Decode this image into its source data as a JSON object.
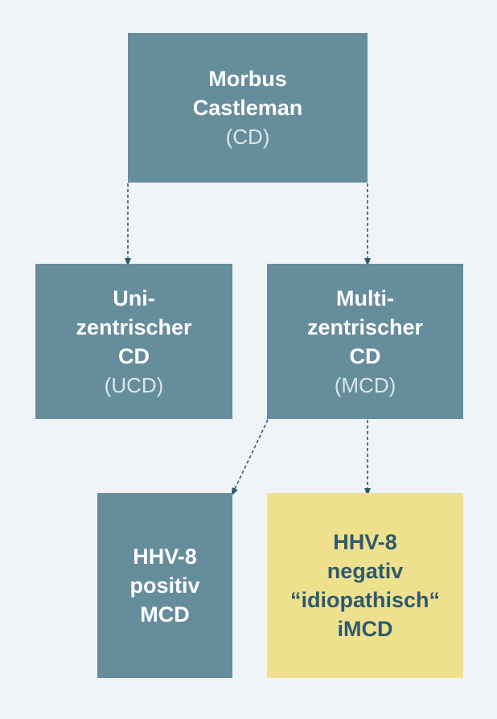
{
  "nodes": {
    "root": {
      "lines": [
        "Morbus",
        "Castleman"
      ],
      "sub": "(CD)"
    },
    "ucd": {
      "lines": [
        "Uni-",
        "zentrischer",
        "CD"
      ],
      "sub": "(UCD)"
    },
    "mcd": {
      "lines": [
        "Multi-",
        "zentrischer",
        "CD"
      ],
      "sub": "(MCD)"
    },
    "hhv_pos": {
      "lines": [
        "HHV-8",
        "positiv",
        "MCD"
      ]
    },
    "hhv_neg": {
      "lines": [
        "HHV-8",
        "negativ",
        "“idiopathisch“",
        "iMCD"
      ]
    }
  },
  "colors": {
    "background": "#f0f4f7",
    "node_teal": "#668d9c",
    "node_yellow": "#efe08e",
    "text_dark": "#2e5a6c",
    "connector": "#2e5a6c"
  }
}
